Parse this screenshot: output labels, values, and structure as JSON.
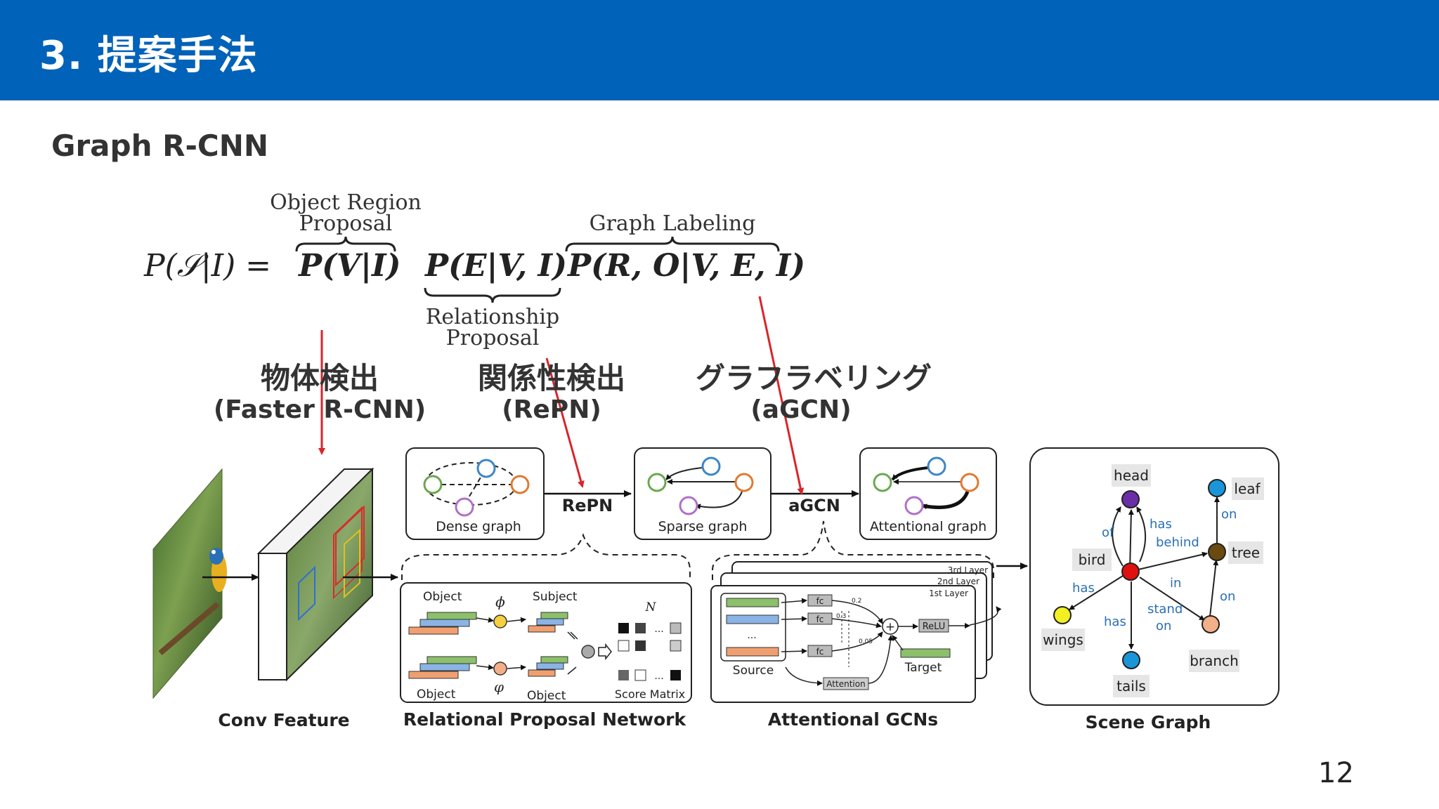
{
  "header": {
    "title": "3. 提案手法"
  },
  "subtitle": "Graph R-CNN",
  "formula": {
    "lhs": "P(𝒮|I) =",
    "term1": "P(V|I)",
    "term2": "P(E|V, I)",
    "term3": "P(R, O|V, E, I)",
    "brace1_label_line1": "Object Region",
    "brace1_label_line2": "Proposal",
    "brace2_label_line1": "Relationship",
    "brace2_label_line2": "Proposal",
    "brace3_label": "Graph Labeling"
  },
  "stages": [
    {
      "jp": "物体検出",
      "en": "(Faster R-CNN)"
    },
    {
      "jp": "関係性検出",
      "en": "(RePN)"
    },
    {
      "jp": "グラフラベリング",
      "en": "(aGCN)"
    }
  ],
  "pipeline": {
    "dense_graph": "Dense graph",
    "repn_label": "RePN",
    "sparse_graph": "Sparse graph",
    "agcn_label": "aGCN",
    "attentional_graph": "Attentional graph",
    "conv_feature": "Conv Feature",
    "rpn_title": "Relational Proposal Network",
    "agcn_title": "Attentional GCNs",
    "scene_graph_title": "Scene Graph",
    "rpn": {
      "object_top": "Object",
      "subject": "Subject",
      "phi": "ϕ",
      "varphi": "φ",
      "object_bottom_left": "Object",
      "object_bottom_right": "Object",
      "n": "N",
      "score_matrix": "Score Matrix",
      "dots": "..."
    },
    "agcn": {
      "layer3": "3rd Layer",
      "layer2": "2nd Layer",
      "layer1": "1st Layer",
      "fc": "fc",
      "relu": "ReLU",
      "source": "Source",
      "target": "Target",
      "attention": "Attention",
      "w1": "0.2",
      "w2": "0.3",
      "w3": "0.05"
    },
    "scene_graph": {
      "nodes": {
        "head": "head",
        "leaf": "leaf",
        "bird": "bird",
        "tree": "tree",
        "wings": "wings",
        "branch": "branch",
        "tails": "tails"
      },
      "edges": {
        "of": "of",
        "has_behind_1": "has",
        "has_behind_2": "behind",
        "on_leaf": "on",
        "has_wings": "has",
        "in": "in",
        "stand_on_1": "stand",
        "stand_on_2": "on",
        "has_tails": "has",
        "on_branch": "on"
      }
    }
  },
  "page_number": "12",
  "colors": {
    "header_bg": "#0062b8",
    "red_arrow": "#d9252b",
    "edge_blue": "#2a6fb5",
    "green": "#8cc06b",
    "blue": "#8ab4e6",
    "orange": "#f0a070",
    "purple": "#6a2fa8",
    "red_node": "#e01010",
    "yellow": "#f2f020",
    "cyan": "#1a96d8",
    "brown": "#6b4a10",
    "peach": "#f3b088"
  }
}
